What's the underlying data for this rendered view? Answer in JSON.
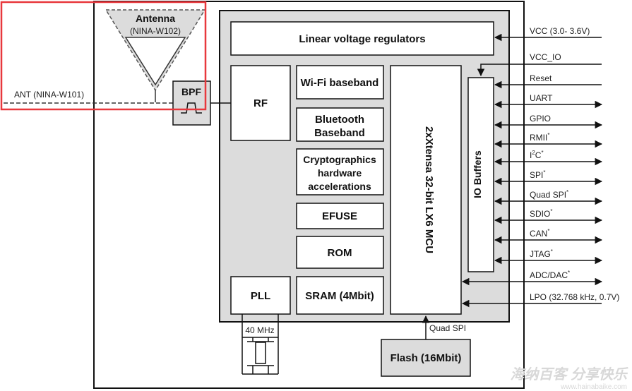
{
  "antenna": {
    "title": "Antenna",
    "model": "(NINA-W102)"
  },
  "ant_connector": "ANT (NINA-W101)",
  "blocks": {
    "bpf": "BPF",
    "ldo": "Linear voltage regulators",
    "rf": "RF",
    "wifi": "Wi-Fi baseband",
    "bt_line1": "Bluetooth",
    "bt_line2": "Baseband",
    "crypto_line1": "Cryptographics",
    "crypto_line2": "hardware",
    "crypto_line3": "accelerations",
    "efuse": "EFUSE",
    "rom": "ROM",
    "pll": "PLL",
    "sram": "SRAM (4Mbit)",
    "mcu": "2xXtensa 32-bit LX6 MCU",
    "io": "IO Buffers",
    "flash": "Flash (16Mbit)"
  },
  "crystal_freq": "40 MHz",
  "quad_spi_flash": "Quad SPI",
  "signals": {
    "vcc": "VCC (3.0- 3.6V)",
    "vcc_io": "VCC_IO",
    "reset": "Reset",
    "uart": "UART",
    "gpio": "GPIO",
    "rmii": "RMII",
    "i2c_main": "I",
    "i2c_sup": "2",
    "i2c_tail": "C",
    "spi": "SPI",
    "quad_spi": "Quad SPI",
    "sdio": "SDIO",
    "can": "CAN",
    "jtag": "JTAG",
    "adc_dac": "ADC/DAC",
    "lpo": "LPO (32.768 kHz, 0.7V)",
    "footnote_mark": "*"
  },
  "watermark": "海纳百客 分享快乐",
  "watermark_url": "www.hainabaike.com",
  "colors": {
    "module_fill": "#dcdcdc",
    "block_fill": "#ffffff",
    "line": "#111111",
    "highlight": "#e8383d"
  }
}
